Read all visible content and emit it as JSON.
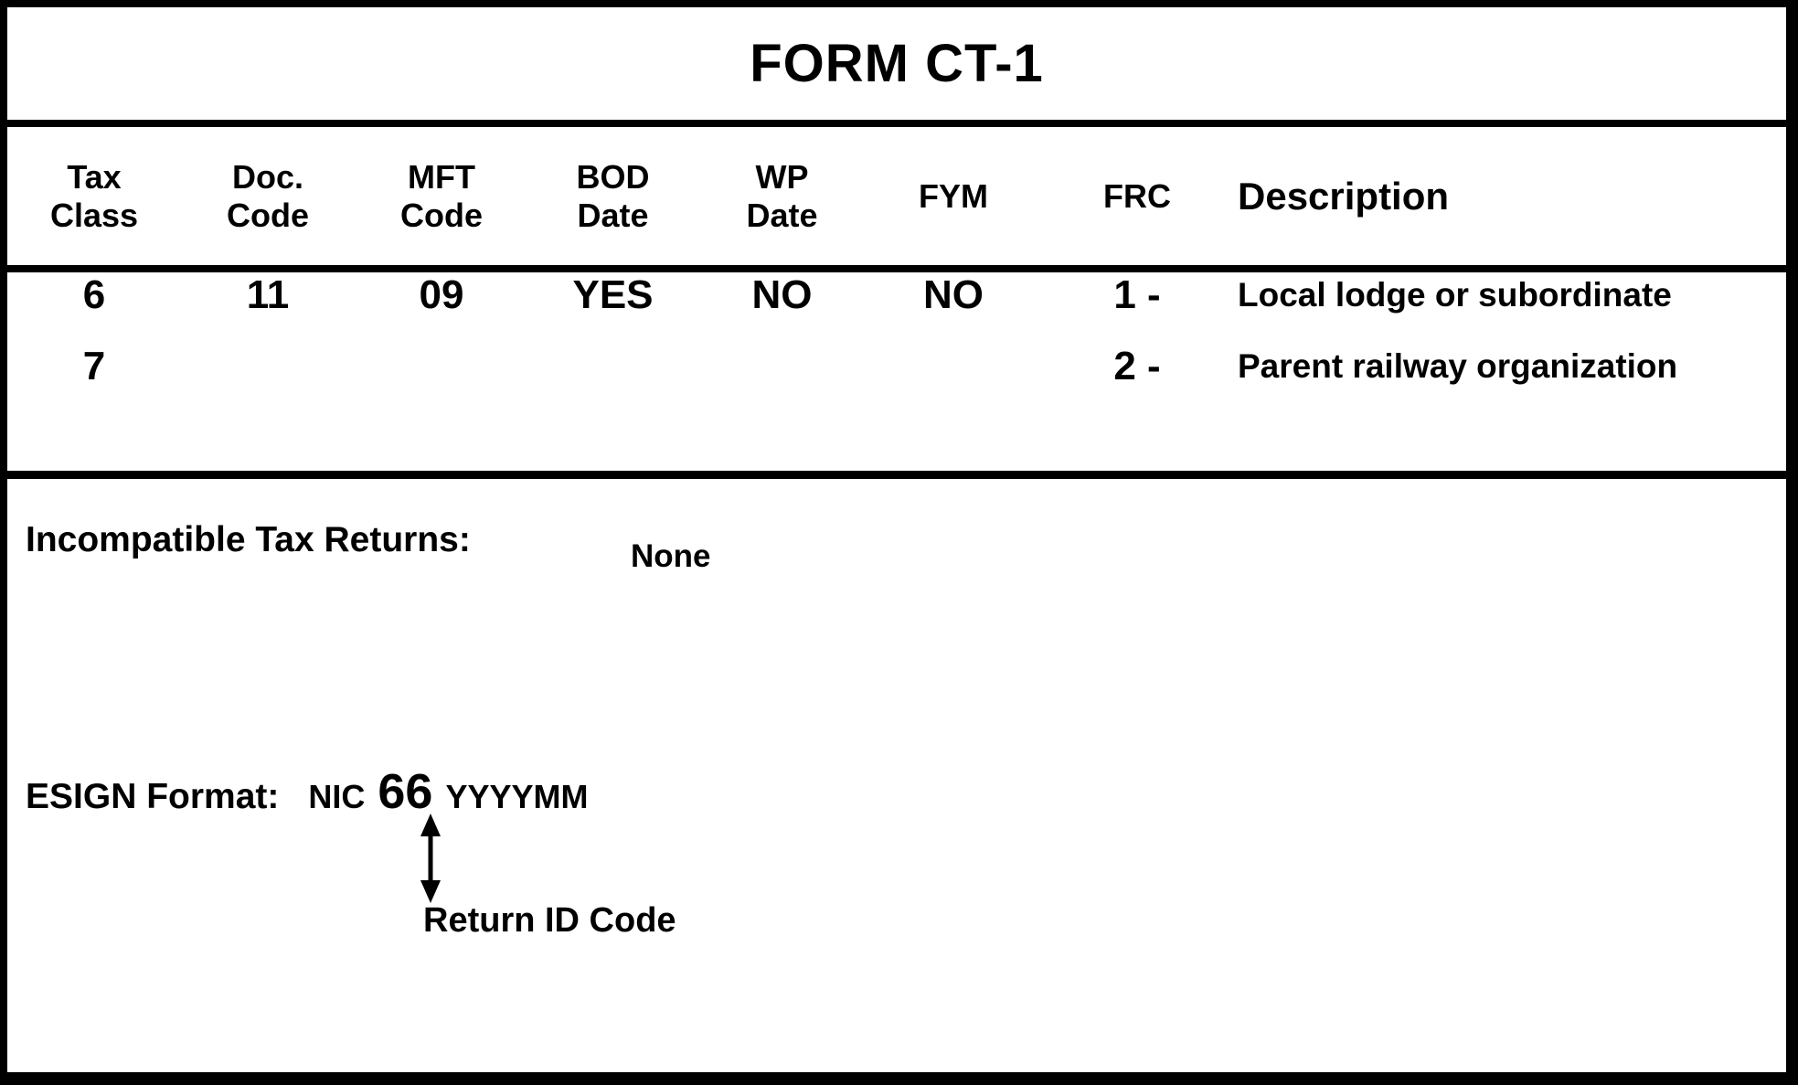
{
  "colors": {
    "ink": "#000000",
    "paper": "#ffffff"
  },
  "title": "FORM CT-1",
  "table": {
    "columns": [
      {
        "line1": "Tax",
        "line2": "Class"
      },
      {
        "line1": "Doc.",
        "line2": "Code"
      },
      {
        "line1": "MFT",
        "line2": "Code"
      },
      {
        "line1": "BOD",
        "line2": "Date"
      },
      {
        "line1": "WP",
        "line2": "Date"
      },
      {
        "line1": "FYM"
      },
      {
        "line1": "FRC"
      },
      {
        "line1": "Description"
      }
    ],
    "rows": [
      {
        "cells": [
          "6",
          "11",
          "09",
          "YES",
          "NO",
          "NO",
          "1 -",
          "Local lodge or subordinate"
        ]
      },
      {
        "cells": [
          "7",
          "",
          "",
          "",
          "",
          "",
          "2 -",
          "Parent railway organization"
        ]
      }
    ]
  },
  "incompatible": {
    "label": "Incompatible Tax Returns:",
    "value": "None"
  },
  "esign": {
    "label": "ESIGN Format:",
    "nic": "NIC",
    "return_id_code": "66",
    "date_format": "YYYYMM",
    "arrow_icon": "double-headed-vertical-arrow",
    "annotation": "Return ID Code"
  }
}
